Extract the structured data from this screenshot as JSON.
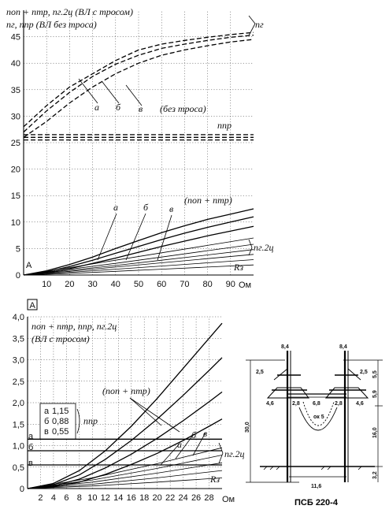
{
  "chart_data": [
    {
      "type": "line",
      "panel": "upper",
      "y_title_1": "nоп + nтр, nг.2ц (ВЛ с тросом)",
      "y_title_2": "nг, nпр (ВЛ без троса)",
      "x_unit": "Ом",
      "x_axis_label": "Rз",
      "xlim": [
        0,
        100
      ],
      "ylim": [
        0,
        50
      ],
      "x_ticks": [
        10,
        20,
        30,
        40,
        50,
        60,
        70,
        80,
        90
      ],
      "y_ticks": [
        0,
        5,
        10,
        15,
        20,
        25,
        30,
        35,
        40,
        45
      ],
      "grid": true,
      "corner_label": "A",
      "series": [
        {
          "name": "nг",
          "style": "dashed",
          "curve_label": "a",
          "x": [
            0,
            5,
            10,
            20,
            30,
            40,
            50,
            60,
            70,
            80,
            90,
            100
          ],
          "y": [
            28,
            30,
            32,
            35.5,
            38,
            40.5,
            42.5,
            43.6,
            44.3,
            44.9,
            45.4,
            45.8
          ]
        },
        {
          "name": "nг",
          "style": "dashed",
          "curve_label": "б",
          "x": [
            0,
            5,
            10,
            20,
            30,
            40,
            50,
            60,
            70,
            80,
            90,
            100
          ],
          "y": [
            27,
            29,
            31,
            34.5,
            37.5,
            39.8,
            41.5,
            42.8,
            43.6,
            44.3,
            44.9,
            45.3
          ]
        },
        {
          "name": "nг",
          "style": "dashed",
          "curve_label": "в",
          "x": [
            0,
            5,
            10,
            20,
            30,
            40,
            50,
            60,
            70,
            80,
            90,
            100
          ],
          "y": [
            26,
            27.5,
            29,
            32.5,
            35.5,
            38,
            40,
            41.5,
            42.5,
            43.3,
            44,
            44.5
          ]
        },
        {
          "name": "nпр",
          "style": "dashed",
          "x": [
            0,
            100
          ],
          "y": [
            26.5,
            26.5
          ]
        },
        {
          "name": "nпр",
          "style": "dashed",
          "x": [
            0,
            100
          ],
          "y": [
            26,
            26
          ]
        },
        {
          "name": "nпр",
          "style": "dashed",
          "x": [
            0,
            100
          ],
          "y": [
            25.5,
            25.5
          ]
        },
        {
          "name": "(nоп + nтр)",
          "curve_label": "a",
          "x": [
            0,
            10,
            20,
            30,
            40,
            50,
            60,
            70,
            80,
            90,
            100
          ],
          "y": [
            0,
            0.8,
            2.0,
            3.4,
            5.0,
            6.5,
            8.0,
            9.3,
            10.5,
            11.5,
            12.5
          ]
        },
        {
          "name": "(nоп + nтр)",
          "curve_label": "б",
          "x": [
            0,
            10,
            20,
            30,
            40,
            50,
            60,
            70,
            80,
            90,
            100
          ],
          "y": [
            0,
            0.6,
            1.6,
            2.8,
            4.1,
            5.4,
            6.7,
            7.9,
            9.0,
            10.0,
            11.0
          ]
        },
        {
          "name": "(nоп + nтр)",
          "curve_label": "в",
          "x": [
            0,
            10,
            20,
            30,
            40,
            50,
            60,
            70,
            80,
            90,
            100
          ],
          "y": [
            0,
            0.4,
            1.2,
            2.2,
            3.2,
            4.3,
            5.4,
            6.4,
            7.4,
            8.3,
            9.2
          ]
        },
        {
          "name": "nг.2ц",
          "x": [
            0,
            20,
            40,
            60,
            80,
            100
          ],
          "y": [
            0,
            1.4,
            2.8,
            4.2,
            5.6,
            7.0
          ]
        },
        {
          "name": "nг.2ц",
          "x": [
            0,
            20,
            40,
            60,
            80,
            100
          ],
          "y": [
            0,
            1.1,
            2.2,
            3.4,
            4.6,
            5.8
          ]
        },
        {
          "name": "nг.2ц",
          "x": [
            0,
            20,
            40,
            60,
            80,
            100
          ],
          "y": [
            0,
            0.9,
            1.8,
            2.8,
            3.8,
            4.8
          ]
        },
        {
          "name": "nг.2ц",
          "x": [
            0,
            20,
            40,
            60,
            80,
            100
          ],
          "y": [
            0,
            0.7,
            1.5,
            2.3,
            3.1,
            3.9
          ]
        },
        {
          "name": "nг.2ц",
          "x": [
            0,
            20,
            40,
            60,
            80,
            100
          ],
          "y": [
            0,
            0.5,
            1.1,
            1.7,
            2.3,
            2.9
          ]
        },
        {
          "name": "nг.2ц",
          "x": [
            0,
            20,
            40,
            60,
            80,
            100
          ],
          "y": [
            0,
            0.3,
            0.7,
            1.1,
            1.5,
            1.9
          ]
        }
      ],
      "annotations": [
        "a",
        "б",
        "в",
        "(без троса)",
        "nпр",
        "nг",
        "(nоп + nтр)",
        "nг.2ц"
      ]
    },
    {
      "type": "line",
      "panel": "lower",
      "panel_label": "A",
      "y_title_1": "nоп + nтр, nпр, nг.2ц",
      "y_title_2": "(ВЛ с тросом)",
      "x_unit": "Ом",
      "x_axis_label": "Rз",
      "xlim": [
        0,
        30
      ],
      "ylim": [
        0,
        4
      ],
      "x_ticks": [
        2,
        4,
        6,
        8,
        10,
        12,
        14,
        16,
        18,
        20,
        22,
        24,
        26,
        28
      ],
      "y_ticks": [
        0,
        0.5,
        1.0,
        1.5,
        2.0,
        2.5,
        3.0,
        3.5,
        4.0
      ],
      "y_tick_labels": [
        "0",
        "0,5",
        "1,0",
        "1,5",
        "2,0",
        "2,5",
        "3,0",
        "3,5",
        "4,0"
      ],
      "grid": true,
      "npr_legend": {
        "label": "nпр",
        "entries": [
          {
            "key": "a",
            "value": "1,15"
          },
          {
            "key": "б",
            "value": "0,88"
          },
          {
            "key": "в",
            "value": "0,55"
          }
        ]
      },
      "npr_side_labels": [
        "a",
        "б",
        "в"
      ],
      "series": [
        {
          "name": "nпр",
          "curve_label": "a",
          "x": [
            0,
            30
          ],
          "y": [
            1.15,
            1.15
          ]
        },
        {
          "name": "nпр",
          "curve_label": "б",
          "x": [
            0,
            30
          ],
          "y": [
            0.88,
            0.88
          ]
        },
        {
          "name": "nпр",
          "curve_label": "в",
          "x": [
            0,
            30
          ],
          "y": [
            0.55,
            0.55
          ]
        },
        {
          "name": "(nоп + nтр)",
          "curve_label": "a",
          "x": [
            0,
            4,
            8,
            12,
            16,
            20,
            24,
            28,
            30
          ],
          "y": [
            0,
            0.12,
            0.42,
            0.88,
            1.45,
            2.1,
            2.8,
            3.5,
            3.85
          ]
        },
        {
          "name": "(nоп + nтр)",
          "curve_label": "б",
          "x": [
            0,
            4,
            8,
            12,
            16,
            20,
            24,
            28,
            30
          ],
          "y": [
            0,
            0.09,
            0.32,
            0.68,
            1.12,
            1.62,
            2.17,
            2.75,
            3.05
          ]
        },
        {
          "name": "(nоп + nтр)",
          "curve_label": "в",
          "x": [
            0,
            4,
            8,
            12,
            16,
            20,
            24,
            28,
            30
          ],
          "y": [
            0,
            0.06,
            0.22,
            0.48,
            0.8,
            1.17,
            1.58,
            2.02,
            2.25
          ]
        },
        {
          "name": "(nоп + nтр)",
          "x": [
            0,
            4,
            8,
            12,
            16,
            20,
            24,
            28,
            30
          ],
          "y": [
            0,
            0.04,
            0.15,
            0.33,
            0.56,
            0.82,
            1.12,
            1.45,
            1.62
          ]
        },
        {
          "name": "nг.2ц",
          "x": [
            0,
            10,
            20,
            30
          ],
          "y": [
            0,
            0.25,
            0.58,
            0.95
          ]
        },
        {
          "name": "nг.2ц",
          "x": [
            0,
            10,
            20,
            30
          ],
          "y": [
            0,
            0.2,
            0.47,
            0.78
          ]
        },
        {
          "name": "nг.2ц",
          "x": [
            0,
            10,
            20,
            30
          ],
          "y": [
            0,
            0.15,
            0.36,
            0.6
          ]
        },
        {
          "name": "nг.2ц",
          "x": [
            0,
            10,
            20,
            30
          ],
          "y": [
            0,
            0.1,
            0.25,
            0.42
          ]
        },
        {
          "name": "nг.2ц",
          "x": [
            0,
            10,
            20,
            30
          ],
          "y": [
            0,
            0.06,
            0.15,
            0.25
          ]
        }
      ],
      "annotations": [
        "(nоп + nтр)",
        "a",
        "б",
        "в",
        "nг.2ц"
      ]
    }
  ],
  "drawing": {
    "caption": "ПСБ 220-4",
    "dims": {
      "top_left": "8,4",
      "top_right": "8,4",
      "arm_left": "2,5",
      "arm_right": "2,5",
      "right_top": "5,5",
      "right_mid": "5,9",
      "mid_1": "4,6",
      "mid_2": "2,8",
      "mid_3": "6,8",
      "mid_4": "2,8",
      "mid_5": "4,6",
      "height_total": "30,0",
      "height_lower": "16,0",
      "wire_span": "ок 5",
      "bottom": "11,6",
      "depth": "3,2"
    }
  }
}
